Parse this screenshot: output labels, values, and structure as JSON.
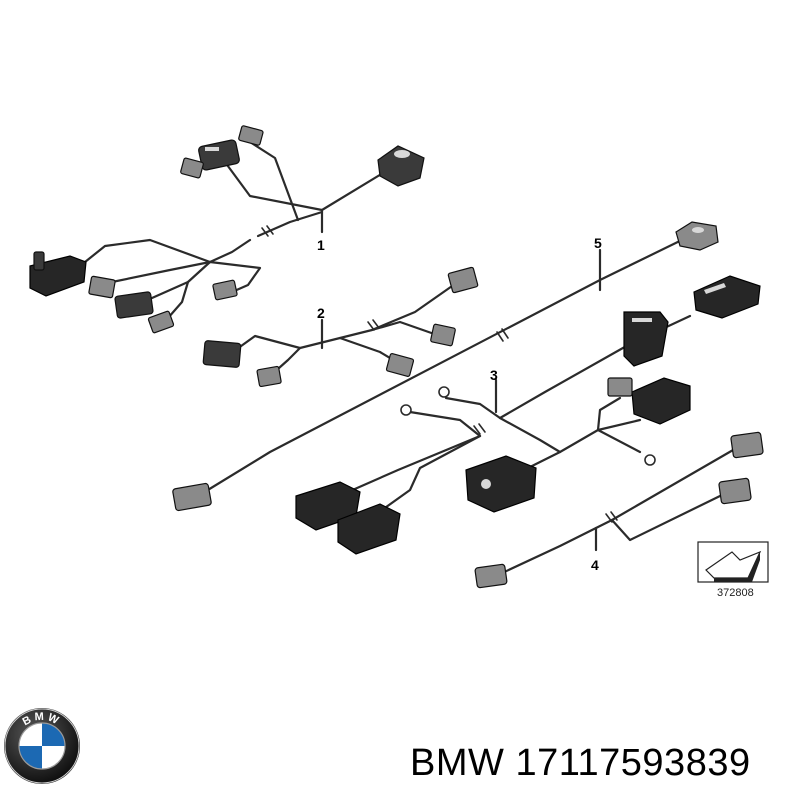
{
  "callouts": [
    {
      "label": "1"
    },
    {
      "label": "2"
    },
    {
      "label": "3"
    },
    {
      "label": "4"
    },
    {
      "label": "5"
    }
  ],
  "reference_number": "372808",
  "caption": {
    "brand": "BMW",
    "part_number": "17117593839"
  },
  "logo": {
    "text": "BMW",
    "colors": {
      "ring": "#1a1a1a",
      "blue": "#1c69b3",
      "white": "#ffffff"
    }
  }
}
